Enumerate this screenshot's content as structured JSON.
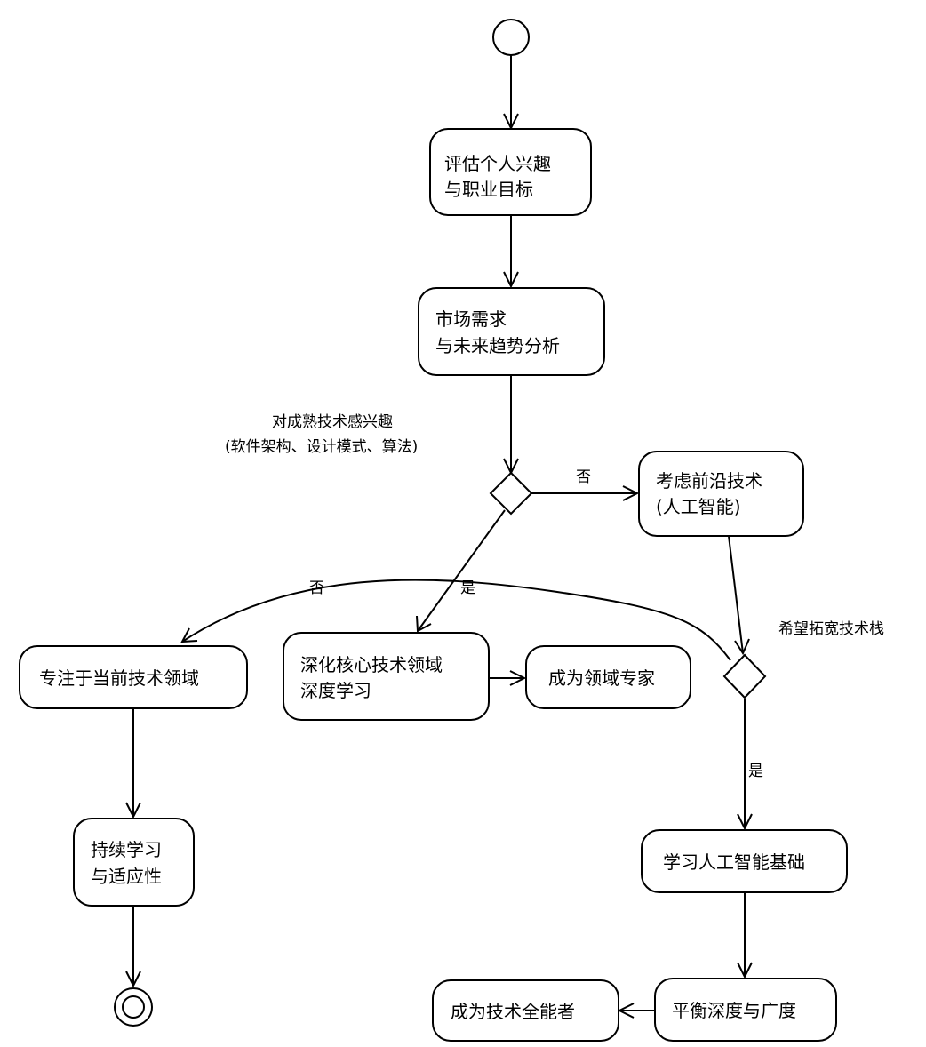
{
  "nodes": {
    "assess": [
      "评估个人兴趣",
      "与职业目标"
    ],
    "market": [
      "市场需求",
      "与未来趋势分析"
    ],
    "consider_frontier": [
      "考虑前沿技术",
      "(人工智能)"
    ],
    "focus_current": [
      "专注于当前技术领域"
    ],
    "deepen_core": [
      "深化核心技术领域",
      "深度学习"
    ],
    "domain_expert": [
      "成为领域专家"
    ],
    "continuous_learning": [
      "持续学习",
      "与适应性"
    ],
    "learn_ai_basics": [
      "学习人工智能基础"
    ],
    "balance": [
      "平衡深度与广度"
    ],
    "all_rounder": [
      "成为技术全能者"
    ]
  },
  "labels": {
    "decision1_condition": [
      "对成熟技术感兴趣",
      "(软件架构、设计模式、算法)"
    ],
    "decision2_condition": "希望拓宽技术栈",
    "d1_no": "否",
    "d1_yes": "是",
    "d2_no": "否",
    "d2_yes": "是"
  }
}
